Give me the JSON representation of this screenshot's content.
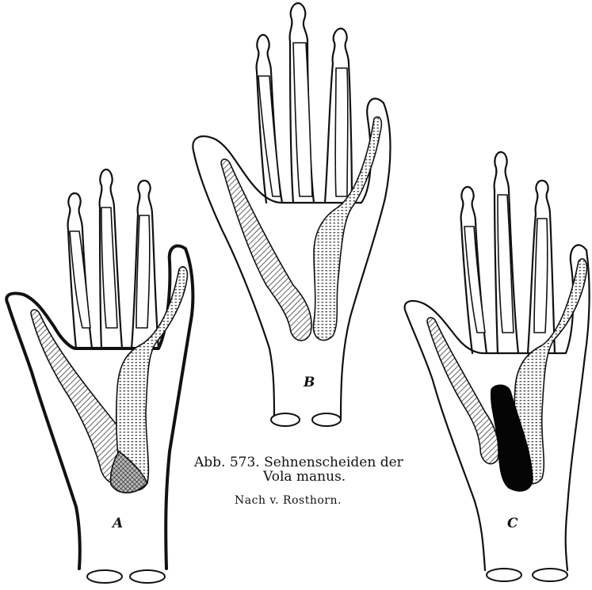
{
  "figure": {
    "caption_line1": "Abb. 573.  Sehnenscheiden der",
    "caption_line2": "Vola manus.",
    "caption_line3": "Nach v. Rosthorn."
  },
  "panels": [
    {
      "label": "A"
    },
    {
      "label": "B"
    },
    {
      "label": "C"
    }
  ]
}
